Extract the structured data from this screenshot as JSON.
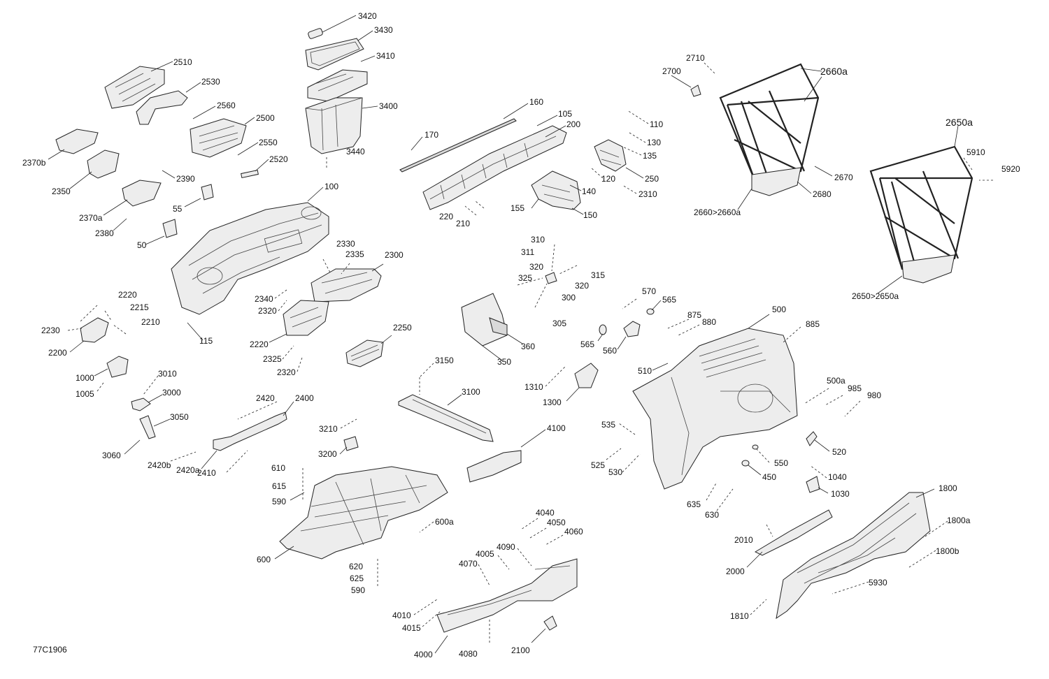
{
  "diagram_code": "77C1906",
  "labels": [
    {
      "id": "3420",
      "text": "3420"
    },
    {
      "id": "3430",
      "text": "3430"
    },
    {
      "id": "3410",
      "text": "3410"
    },
    {
      "id": "3400",
      "text": "3400"
    },
    {
      "id": "3440",
      "text": "3440"
    },
    {
      "id": "2510",
      "text": "2510"
    },
    {
      "id": "2530",
      "text": "2530"
    },
    {
      "id": "2560",
      "text": "2560"
    },
    {
      "id": "2500",
      "text": "2500"
    },
    {
      "id": "2550",
      "text": "2550"
    },
    {
      "id": "2520",
      "text": "2520"
    },
    {
      "id": "2370b",
      "text": "2370b"
    },
    {
      "id": "2350",
      "text": "2350"
    },
    {
      "id": "2390",
      "text": "2390"
    },
    {
      "id": "55",
      "text": "55"
    },
    {
      "id": "2370a",
      "text": "2370a"
    },
    {
      "id": "2380",
      "text": "2380"
    },
    {
      "id": "50",
      "text": "50"
    },
    {
      "id": "100",
      "text": "100"
    },
    {
      "id": "115",
      "text": "115"
    },
    {
      "id": "160",
      "text": "160"
    },
    {
      "id": "170",
      "text": "170"
    },
    {
      "id": "105",
      "text": "105"
    },
    {
      "id": "200",
      "text": "200"
    },
    {
      "id": "220",
      "text": "220"
    },
    {
      "id": "210",
      "text": "210"
    },
    {
      "id": "110",
      "text": "110"
    },
    {
      "id": "130",
      "text": "130"
    },
    {
      "id": "135",
      "text": "135"
    },
    {
      "id": "250",
      "text": "250"
    },
    {
      "id": "120",
      "text": "120"
    },
    {
      "id": "2310",
      "text": "2310"
    },
    {
      "id": "140",
      "text": "140"
    },
    {
      "id": "155",
      "text": "155"
    },
    {
      "id": "150",
      "text": "150"
    },
    {
      "id": "2710",
      "text": "2710"
    },
    {
      "id": "2700",
      "text": "2700"
    },
    {
      "id": "2660a",
      "text": "2660a"
    },
    {
      "id": "2670",
      "text": "2670"
    },
    {
      "id": "2680",
      "text": "2680"
    },
    {
      "id": "2660>2660a",
      "text": "2660>2660a"
    },
    {
      "id": "2650a",
      "text": "2650a"
    },
    {
      "id": "5910",
      "text": "5910"
    },
    {
      "id": "5920",
      "text": "5920"
    },
    {
      "id": "2650>2650a",
      "text": "2650>2650a"
    },
    {
      "id": "2330",
      "text": "2330"
    },
    {
      "id": "2335",
      "text": "2335"
    },
    {
      "id": "2300",
      "text": "2300"
    },
    {
      "id": "2340",
      "text": "2340"
    },
    {
      "id": "2320a",
      "text": "2320"
    },
    {
      "id": "2220b",
      "text": "2220"
    },
    {
      "id": "2325",
      "text": "2325"
    },
    {
      "id": "2320b",
      "text": "2320"
    },
    {
      "id": "2220a",
      "text": "2220"
    },
    {
      "id": "2215",
      "text": "2215"
    },
    {
      "id": "2230",
      "text": "2230"
    },
    {
      "id": "2210",
      "text": "2210"
    },
    {
      "id": "2200",
      "text": "2200"
    },
    {
      "id": "2250",
      "text": "2250"
    },
    {
      "id": "310",
      "text": "310"
    },
    {
      "id": "311",
      "text": "311"
    },
    {
      "id": "320a",
      "text": "320"
    },
    {
      "id": "315",
      "text": "315"
    },
    {
      "id": "325",
      "text": "325"
    },
    {
      "id": "320b",
      "text": "320"
    },
    {
      "id": "300",
      "text": "300"
    },
    {
      "id": "305",
      "text": "305"
    },
    {
      "id": "360",
      "text": "360"
    },
    {
      "id": "350",
      "text": "350"
    },
    {
      "id": "570",
      "text": "570"
    },
    {
      "id": "565a",
      "text": "565"
    },
    {
      "id": "565b",
      "text": "565"
    },
    {
      "id": "560",
      "text": "560"
    },
    {
      "id": "875",
      "text": "875"
    },
    {
      "id": "880",
      "text": "880"
    },
    {
      "id": "500",
      "text": "500"
    },
    {
      "id": "885",
      "text": "885"
    },
    {
      "id": "510",
      "text": "510"
    },
    {
      "id": "500a",
      "text": "500a"
    },
    {
      "id": "985",
      "text": "985"
    },
    {
      "id": "980",
      "text": "980"
    },
    {
      "id": "1000",
      "text": "1000"
    },
    {
      "id": "1005",
      "text": "1005"
    },
    {
      "id": "3010",
      "text": "3010"
    },
    {
      "id": "3000",
      "text": "3000"
    },
    {
      "id": "3050",
      "text": "3050"
    },
    {
      "id": "3060",
      "text": "3060"
    },
    {
      "id": "2420",
      "text": "2420"
    },
    {
      "id": "2400",
      "text": "2400"
    },
    {
      "id": "2420b",
      "text": "2420b"
    },
    {
      "id": "2420a",
      "text": "2420a"
    },
    {
      "id": "2410",
      "text": "2410"
    },
    {
      "id": "3150",
      "text": "3150"
    },
    {
      "id": "3100",
      "text": "3100"
    },
    {
      "id": "1310",
      "text": "1310"
    },
    {
      "id": "1300",
      "text": "1300"
    },
    {
      "id": "3210",
      "text": "3210"
    },
    {
      "id": "3200",
      "text": "3200"
    },
    {
      "id": "4100",
      "text": "4100"
    },
    {
      "id": "535",
      "text": "535"
    },
    {
      "id": "525",
      "text": "525"
    },
    {
      "id": "530",
      "text": "530"
    },
    {
      "id": "550",
      "text": "550"
    },
    {
      "id": "450",
      "text": "450"
    },
    {
      "id": "520",
      "text": "520"
    },
    {
      "id": "635",
      "text": "635"
    },
    {
      "id": "630",
      "text": "630"
    },
    {
      "id": "1040",
      "text": "1040"
    },
    {
      "id": "1030",
      "text": "1030"
    },
    {
      "id": "610",
      "text": "610"
    },
    {
      "id": "615",
      "text": "615"
    },
    {
      "id": "590a",
      "text": "590"
    },
    {
      "id": "600a",
      "text": "600a"
    },
    {
      "id": "600",
      "text": "600"
    },
    {
      "id": "620",
      "text": "620"
    },
    {
      "id": "625",
      "text": "625"
    },
    {
      "id": "590b",
      "text": "590"
    },
    {
      "id": "4040",
      "text": "4040"
    },
    {
      "id": "4050",
      "text": "4050"
    },
    {
      "id": "4060",
      "text": "4060"
    },
    {
      "id": "4005",
      "text": "4005"
    },
    {
      "id": "4090",
      "text": "4090"
    },
    {
      "id": "4070",
      "text": "4070"
    },
    {
      "id": "4010",
      "text": "4010"
    },
    {
      "id": "4015",
      "text": "4015"
    },
    {
      "id": "4000",
      "text": "4000"
    },
    {
      "id": "4080",
      "text": "4080"
    },
    {
      "id": "2100",
      "text": "2100"
    },
    {
      "id": "1800",
      "text": "1800"
    },
    {
      "id": "1800a",
      "text": "1800a"
    },
    {
      "id": "1800b",
      "text": "1800b"
    },
    {
      "id": "2010",
      "text": "2010"
    },
    {
      "id": "2000",
      "text": "2000"
    },
    {
      "id": "5930",
      "text": "5930"
    },
    {
      "id": "1810",
      "text": "1810"
    }
  ]
}
